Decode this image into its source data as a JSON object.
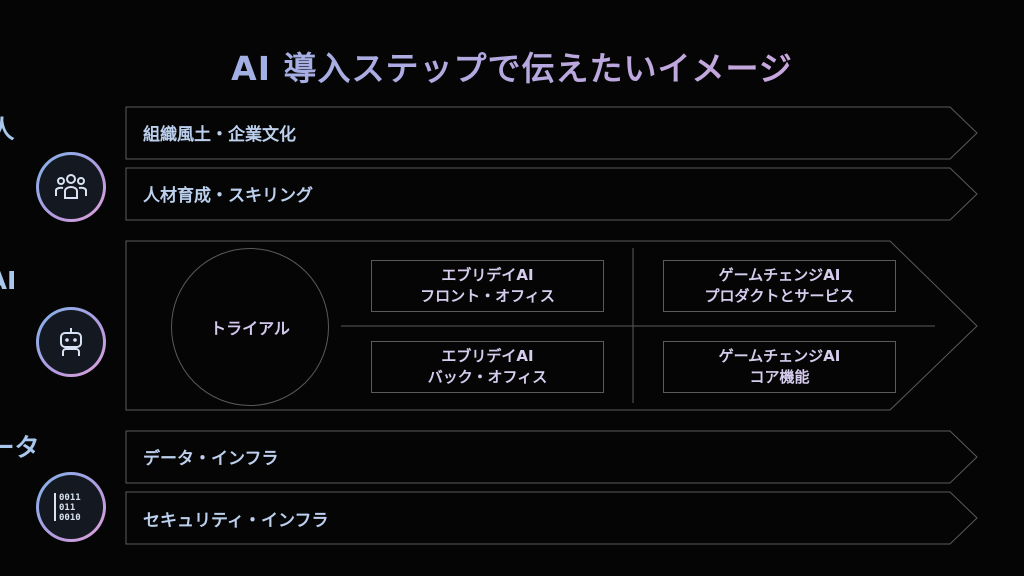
{
  "title": "AI 導入ステップで伝えたいイメージ",
  "sections": {
    "people": {
      "label": "人",
      "icon": "people-group-icon",
      "rows": [
        "組織風土・企業文化",
        "人材育成・スキリング"
      ]
    },
    "ai": {
      "label": "AI",
      "icon": "robot-icon",
      "trial": "トライアル",
      "everyday_front": {
        "line1": "エブリデイAI",
        "line2": "フロント・オフィス"
      },
      "everyday_back": {
        "line1": "エブリデイAI",
        "line2": "バック・オフィス"
      },
      "gamechange_product": {
        "line1": "ゲームチェンジAI",
        "line2": "プロダクトとサービス"
      },
      "gamechange_core": {
        "line1": "ゲームチェンジAI",
        "line2": "コア機能"
      }
    },
    "data": {
      "label": "データ",
      "icon": "binary-data-icon",
      "binary_glyph_lines": [
        "0011",
        "011",
        "0010"
      ],
      "rows": [
        "データ・インフラ",
        "セキュリティ・インフラ"
      ]
    }
  },
  "colors": {
    "background": "#050505",
    "outline": "#5a5a5a",
    "accent_blue": "#8fb8e8",
    "accent_pink": "#d6a6d8"
  }
}
